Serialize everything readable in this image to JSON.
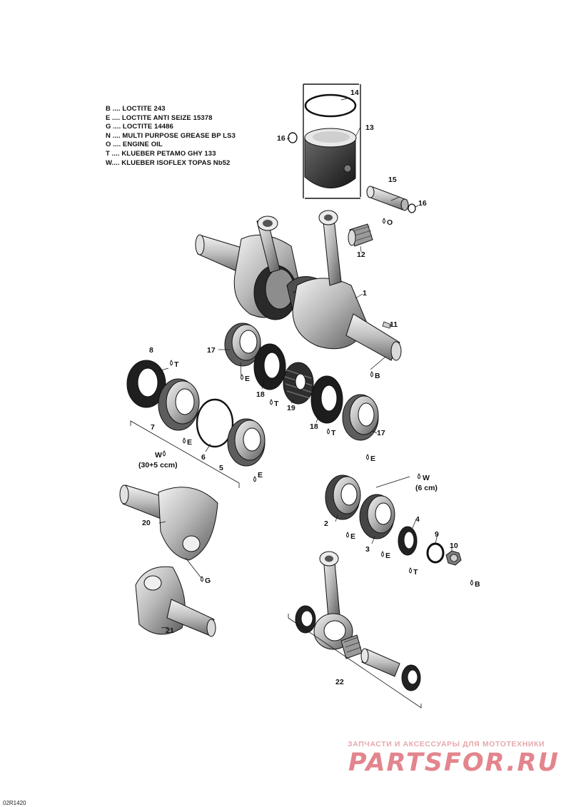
{
  "legend": [
    "B .... LOCTITE 243",
    "E .... LOCTITE ANTI SEIZE 15378",
    "G .... LOCTITE 14486",
    "N .... MULTI PURPOSE GREASE BP LS3",
    "O .... ENGINE OIL",
    "T .... KLUEBER PETAMO GHY 133",
    "W.... KLUEBER ISOFLEX TOPAS Nb52"
  ],
  "callouts": {
    "c14": "14",
    "c13": "13",
    "c16a": "16",
    "c15": "15",
    "c16b": "16",
    "c12": "12",
    "c1": "1",
    "c11": "11",
    "c8": "8",
    "c17a": "17",
    "c18a": "18",
    "c19": "19",
    "c18b": "18",
    "c17b": "17",
    "c7": "7",
    "c6": "6",
    "c5": "5",
    "c20": "20",
    "c2": "2",
    "c3": "3",
    "c4": "4",
    "c9": "9",
    "c10": "10",
    "c21": "21",
    "c22": "22"
  },
  "lube": {
    "o": "O",
    "b1": "B",
    "t8": "T",
    "e17a": "E",
    "t18a": "T",
    "e7": "E",
    "t18b": "T",
    "e17b": "E",
    "e5": "E",
    "w6ccm_code": "W",
    "w6ccm_amount": "(6 cm)",
    "w30": "W",
    "w30_amount": "(30+5 ccm)",
    "e2": "E",
    "e3": "E",
    "t4": "T",
    "b10": "B",
    "g": "G"
  },
  "watermark": {
    "tagline": "ЗАПЧАСТИ И АКСЕССУАРЫ ДЛЯ МОТОТЕХНИКИ",
    "logo": "PARTSFOR.RU"
  },
  "diagram_ref": "02R1420",
  "colors": {
    "ink": "#111111",
    "part_dark": "#3a3a3a",
    "part_mid": "#8c8c8c",
    "part_light": "#d6d6d6",
    "watermark": "#e3858d"
  }
}
